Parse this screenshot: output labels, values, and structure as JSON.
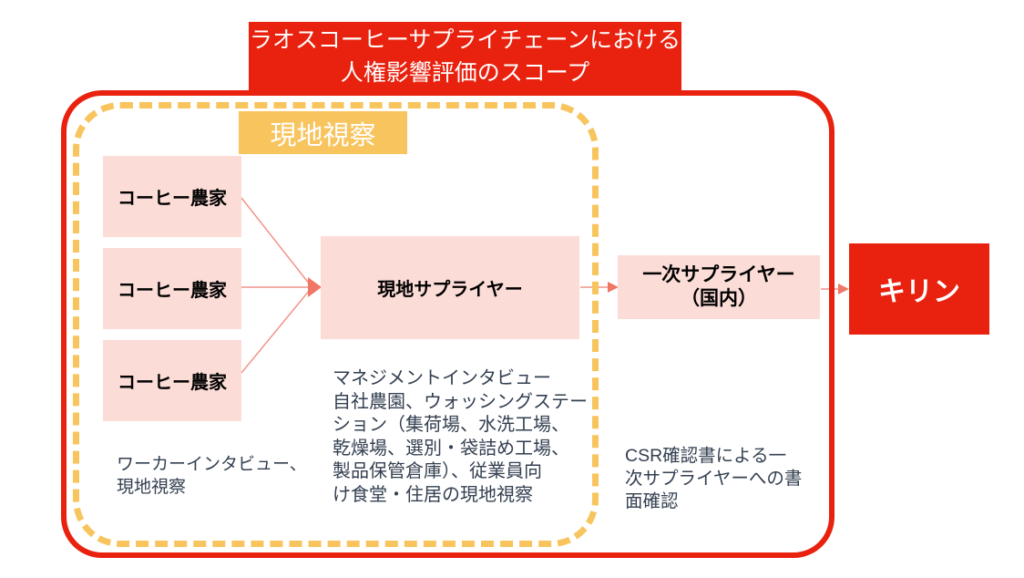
{
  "colors": {
    "red": "#e8220f",
    "yellow": "#f8c45e",
    "pink": "#fbdcd7",
    "text-dark": "#333f50",
    "arrow-head": "#ef7766",
    "arrow-line": "#f2948a"
  },
  "title": {
    "lines": [
      "ラオスコーヒーサプライチェーンにおける",
      "人権影響評価のスコープ"
    ]
  },
  "inspection_label": "現地視察",
  "nodes": {
    "farm1": "コーヒー農家",
    "farm2": "コーヒー農家",
    "farm3": "コーヒー農家",
    "local_supplier": "現地サプライヤー",
    "primary_supplier": {
      "lines": [
        "一次サプライヤー",
        "（国内）"
      ]
    },
    "kirin": "キリン"
  },
  "annotations": {
    "farms_note": {
      "lines": [
        "ワーカーインタビュー、",
        "現地視察"
      ]
    },
    "local_supplier_note": {
      "lines": [
        "マネジメントインタビュー",
        "自社農園、ウォッシングステー",
        "ション（集荷場、水洗工場、",
        "乾燥場、選別・袋詰め工場、",
        "製品保管倉庫）、従業員向",
        "け食堂・住居の現地視察"
      ]
    },
    "primary_supplier_note": {
      "lines": [
        "CSR確認書による一",
        "次サプライヤーへの書",
        "面確認"
      ]
    }
  }
}
